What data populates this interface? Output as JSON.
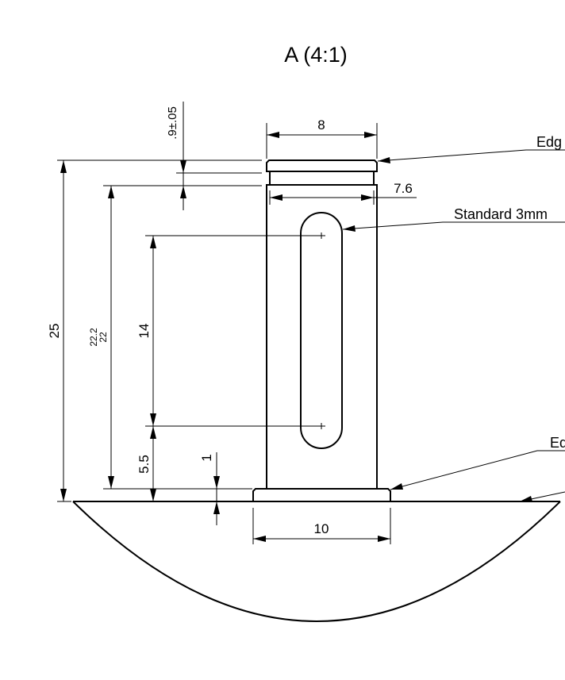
{
  "title": "A (4:1)",
  "dimensions": {
    "top_width": "8",
    "neck_width": "7.6",
    "base_width": "10",
    "total_height": "25",
    "body_height_upper": "22.2",
    "body_height_lower": "22",
    "slot_length": "14",
    "slot_offset": "5.5",
    "base_thickness": "1",
    "groove_width": ".9±.05"
  },
  "leaders": {
    "top_edge": "Edg",
    "slot": "Standard 3mm",
    "base_edge": "Ed"
  }
}
